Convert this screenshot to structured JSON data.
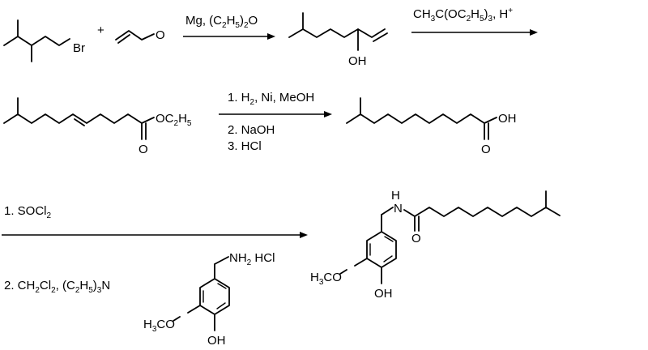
{
  "reactant": {
    "br": "Br",
    "o_aldehyde": "O"
  },
  "plus_sign": "+",
  "step1": {
    "reagent": "Mg, (C",
    "sub1": "2",
    "mid": "H",
    "sub2": "5",
    "tail": ")",
    "sub3": "2",
    "end": "O"
  },
  "allyl_alcohol": {
    "oh": "OH"
  },
  "step2": {
    "part1": "CH",
    "sub1": "3",
    "part2": "C(OC",
    "sub2": "2",
    "part3": "H",
    "sub3": "5",
    "part4": ")",
    "sub4": "3",
    "part5": ", H",
    "sup": "+"
  },
  "ester": {
    "o_chain": "OC",
    "sub1": "2",
    "h": "H",
    "sub2": "5",
    "o_carbonyl": "O"
  },
  "step3": {
    "line1a": "1. H",
    "line1sub": "2",
    "line1b": ", Ni, MeOH",
    "line2": "2. NaOH",
    "line3": "3. HCl"
  },
  "acid": {
    "oh": "OH",
    "o_carbonyl": "O"
  },
  "step4": {
    "line1a": "1. SOCl",
    "line1sub": "2",
    "line2a": "2. CH",
    "line2sub1": "2",
    "line2b": "Cl",
    "line2sub2": "2",
    "line2c": ", (C",
    "line2sub3": "2",
    "line2d": "H",
    "line2sub4": "5",
    "line2e": ")",
    "line2sub5": "3",
    "line2f": "N"
  },
  "amine": {
    "nh2": "NH",
    "nh2_sub": "2",
    "hcl": " HCl",
    "h3c": "H",
    "h3c_sub": "3",
    "h3c_tail": "CO",
    "oh": "OH"
  },
  "product": {
    "n": "N",
    "h": "H",
    "o_carbonyl": "O",
    "h3c": "H",
    "h3c_sub": "3",
    "h3c_tail": "CO",
    "oh": "OH"
  }
}
